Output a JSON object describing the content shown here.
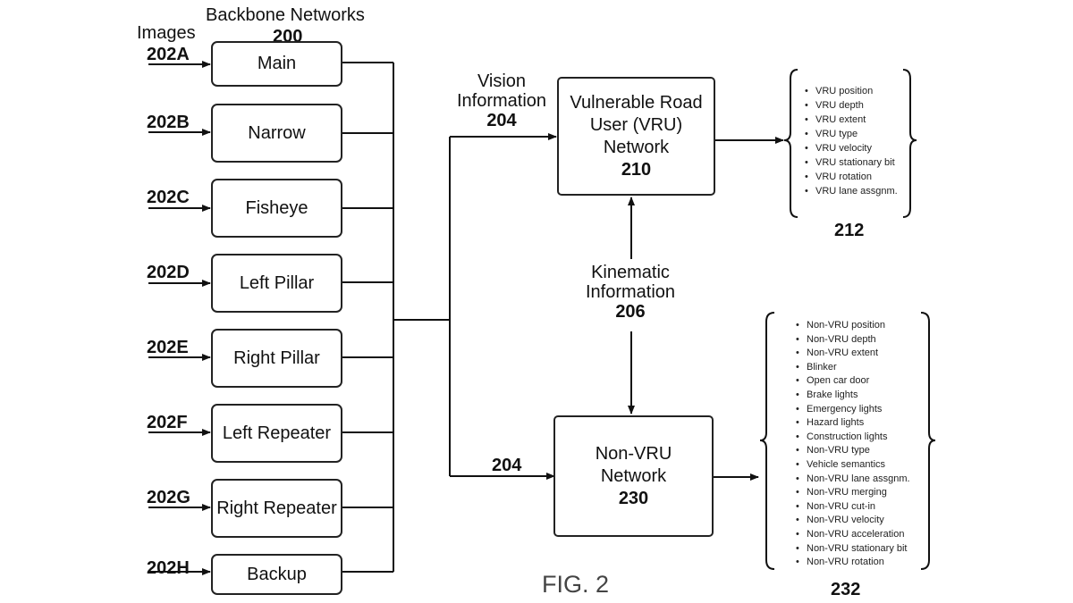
{
  "header": {
    "images_label": "Images",
    "backbone_label": "Backbone Networks",
    "backbone_number": "200"
  },
  "cameras": [
    {
      "id": "202A",
      "name": "Main"
    },
    {
      "id": "202B",
      "name": "Narrow"
    },
    {
      "id": "202C",
      "name": "Fisheye"
    },
    {
      "id": "202D",
      "name": "Left Pillar"
    },
    {
      "id": "202E",
      "name": "Right Pillar"
    },
    {
      "id": "202F",
      "name": "Left Repeater"
    },
    {
      "id": "202G",
      "name": "Right Repeater"
    },
    {
      "id": "202H",
      "name": "Backup"
    }
  ],
  "vision": {
    "line1": "Vision",
    "line2": "Information",
    "number": "204",
    "lower_number": "204"
  },
  "kinematic": {
    "line1": "Kinematic",
    "line2": "Information",
    "number": "206"
  },
  "vru_network": {
    "line1": "Vulnerable Road",
    "line2": "User (VRU)",
    "line3": "Network",
    "number": "210"
  },
  "nonvru_network": {
    "line1": "Non-VRU",
    "line2": "Network",
    "number": "230"
  },
  "vru_outputs": {
    "number": "212",
    "items": [
      "VRU position",
      "VRU depth",
      "VRU extent",
      "VRU type",
      "VRU velocity",
      "VRU stationary bit",
      "VRU rotation",
      "VRU lane assgnm."
    ]
  },
  "nonvru_outputs": {
    "number": "232",
    "items": [
      "Non-VRU position",
      "Non-VRU depth",
      "Non-VRU extent",
      "Blinker",
      "Open car door",
      "Brake lights",
      "Emergency lights",
      "Hazard lights",
      "Construction lights",
      "Non-VRU type",
      "Vehicle semantics",
      "Non-VRU lane assgnm.",
      "Non-VRU merging",
      "Non-VRU cut-in",
      "Non-VRU velocity",
      "Non-VRU acceleration",
      "Non-VRU stationary bit",
      "Non-VRU rotation"
    ]
  },
  "figure_caption": "FIG. 2"
}
